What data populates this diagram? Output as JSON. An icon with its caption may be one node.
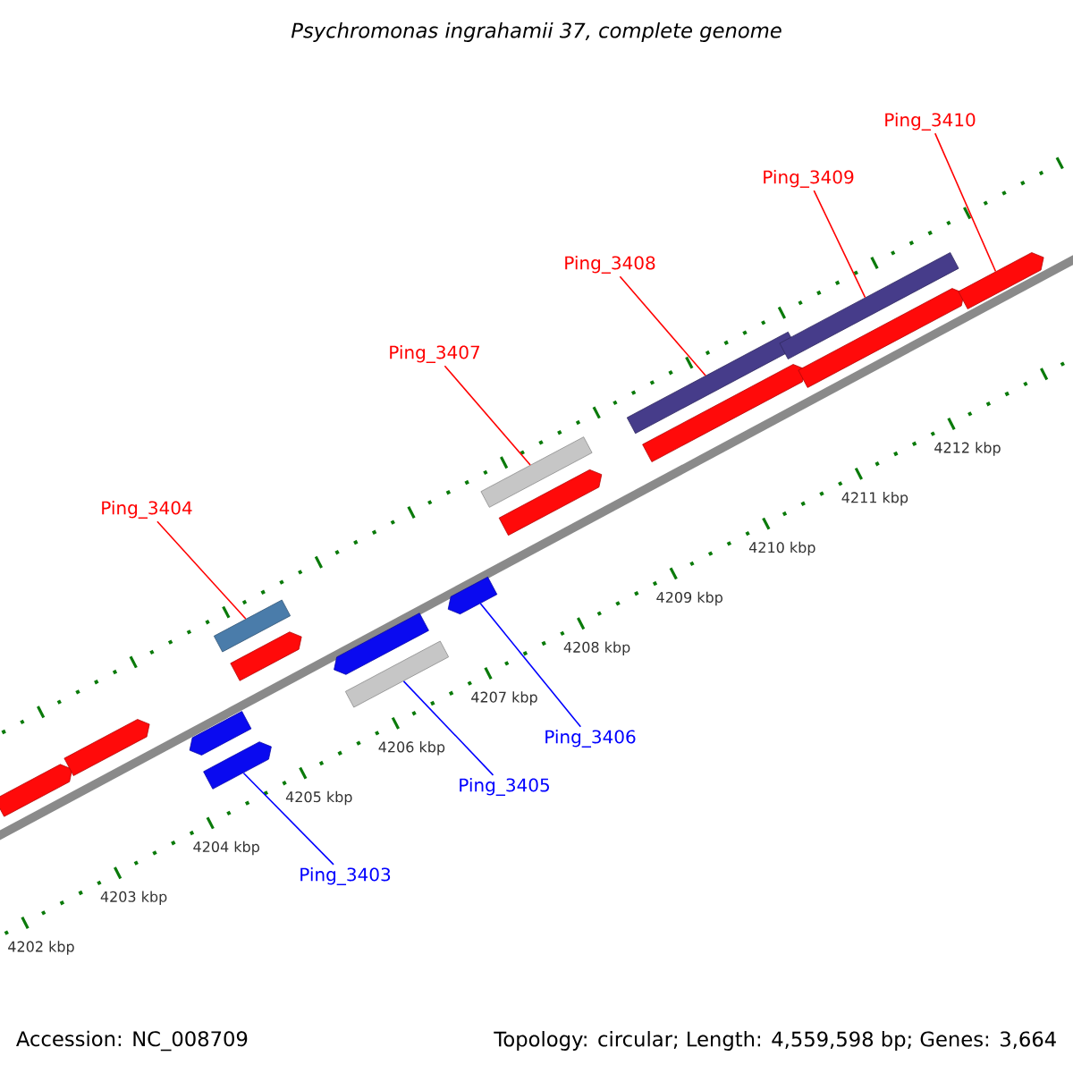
{
  "diagram": {
    "title": "Psychromonas ingrahamii 37, complete genome",
    "nodes": [
      {
        "text": [
          "Ping_3410"
        ]
      },
      {
        "text": [
          "Ping_3409"
        ]
      },
      {
        "text": [
          "Ping_3408"
        ]
      },
      {
        "text": [
          "Ping_3407"
        ]
      },
      {
        "text": [
          "Ping_3404"
        ]
      },
      {
        "text": [
          "Ping_3406"
        ]
      },
      {
        "text": [
          "Ping_3405"
        ]
      },
      {
        "text": [
          "Ping_3403"
        ]
      },
      {
        "text": [],
        "shape": "pentagon"
      },
      {
        "text": [],
        "shape": "pentagon"
      },
      {
        "text": [],
        "shape": "pentagon"
      },
      {
        "text": [],
        "shape": "pentagon"
      },
      {
        "text": [],
        "shape": "box"
      },
      {
        "text": [],
        "shape": "pentagon"
      },
      {
        "text": [],
        "shape": "pentagon"
      },
      {
        "text": [],
        "shape": "box"
      },
      {
        "text": [],
        "shape": "pentagon"
      },
      {
        "text": [],
        "shape": "box"
      },
      {
        "text": [],
        "shape": "pentagon"
      },
      {
        "text": [],
        "shape": "box"
      },
      {
        "text": [],
        "shape": "pentagon"
      },
      {
        "text": [],
        "shape": "box"
      },
      {
        "text": [],
        "shape": "pentagon"
      },
      {
        "text": [],
        "shape": "pentagon"
      }
    ],
    "edges": [
      {
        "from": 0,
        "to": 23,
        "arrow": "none",
        "color": "#ff0000"
      },
      {
        "from": 1,
        "to": 21,
        "arrow": "none",
        "color": "#ff0000"
      },
      {
        "from": 2,
        "to": 19,
        "arrow": "none",
        "color": "#ff0000"
      },
      {
        "from": 3,
        "to": 17,
        "arrow": "none",
        "color": "#ff0000"
      },
      {
        "from": 4,
        "to": 12,
        "arrow": "none",
        "color": "#ff0000"
      },
      {
        "from": 5,
        "to": 16,
        "arrow": "none",
        "color": "#0000ff"
      },
      {
        "from": 6,
        "to": 15,
        "arrow": "none",
        "color": "#0000ff"
      },
      {
        "from": 7,
        "to": 11,
        "arrow": "none",
        "color": "#0000ff"
      }
    ],
    "labels": [
      "4202 kbp",
      "4203 kbp",
      "4204 kbp",
      "4205 kbp",
      "4206 kbp",
      "4207 kbp",
      "4208 kbp",
      "4209 kbp",
      "4210 kbp",
      "4211 kbp",
      "4212 kbp",
      "Accession: NC_008709",
      "Topology: circular; Length: 4,559,598 bp; Genes: 3,664"
    ]
  }
}
